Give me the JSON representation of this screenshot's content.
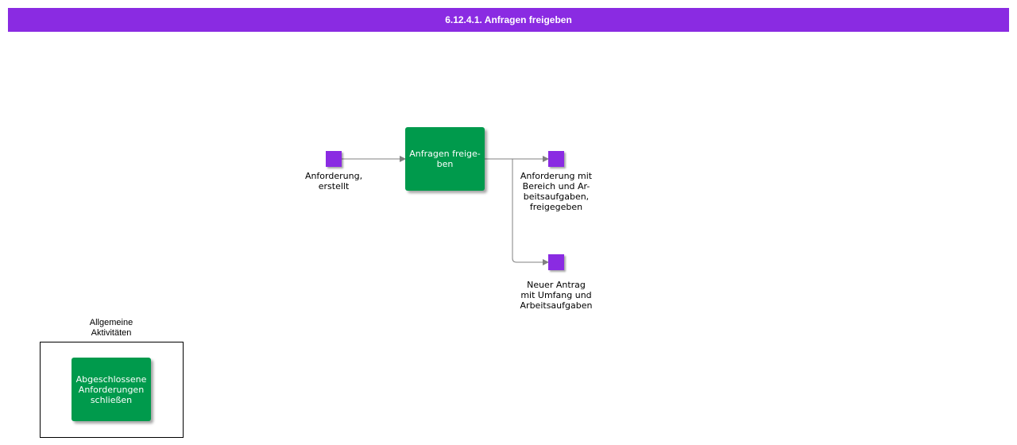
{
  "header": {
    "title": "6.12.4.1. Anfragen freigeben"
  },
  "colors": {
    "header": "#8a2be2",
    "event": "#8a2be2",
    "activity": "#009a4c",
    "arrow": "#808080"
  },
  "nodes": {
    "event_created": {
      "label": "Anforderung,\nerstellt"
    },
    "activity_release": {
      "label": "Anfragen freige-\nben"
    },
    "event_released": {
      "label": "Anforderung mit\nBereich und Ar-\nbeitsaufgaben,\nfreigegeben"
    },
    "event_new_request": {
      "label": "Neuer Antrag\nmit Umfang und\nArbeitsaufgaben"
    }
  },
  "group": {
    "title": "Allgemeine\nAktivitäten",
    "activity_label": "Abgeschlossene\nAnforderungen\nschließen"
  }
}
